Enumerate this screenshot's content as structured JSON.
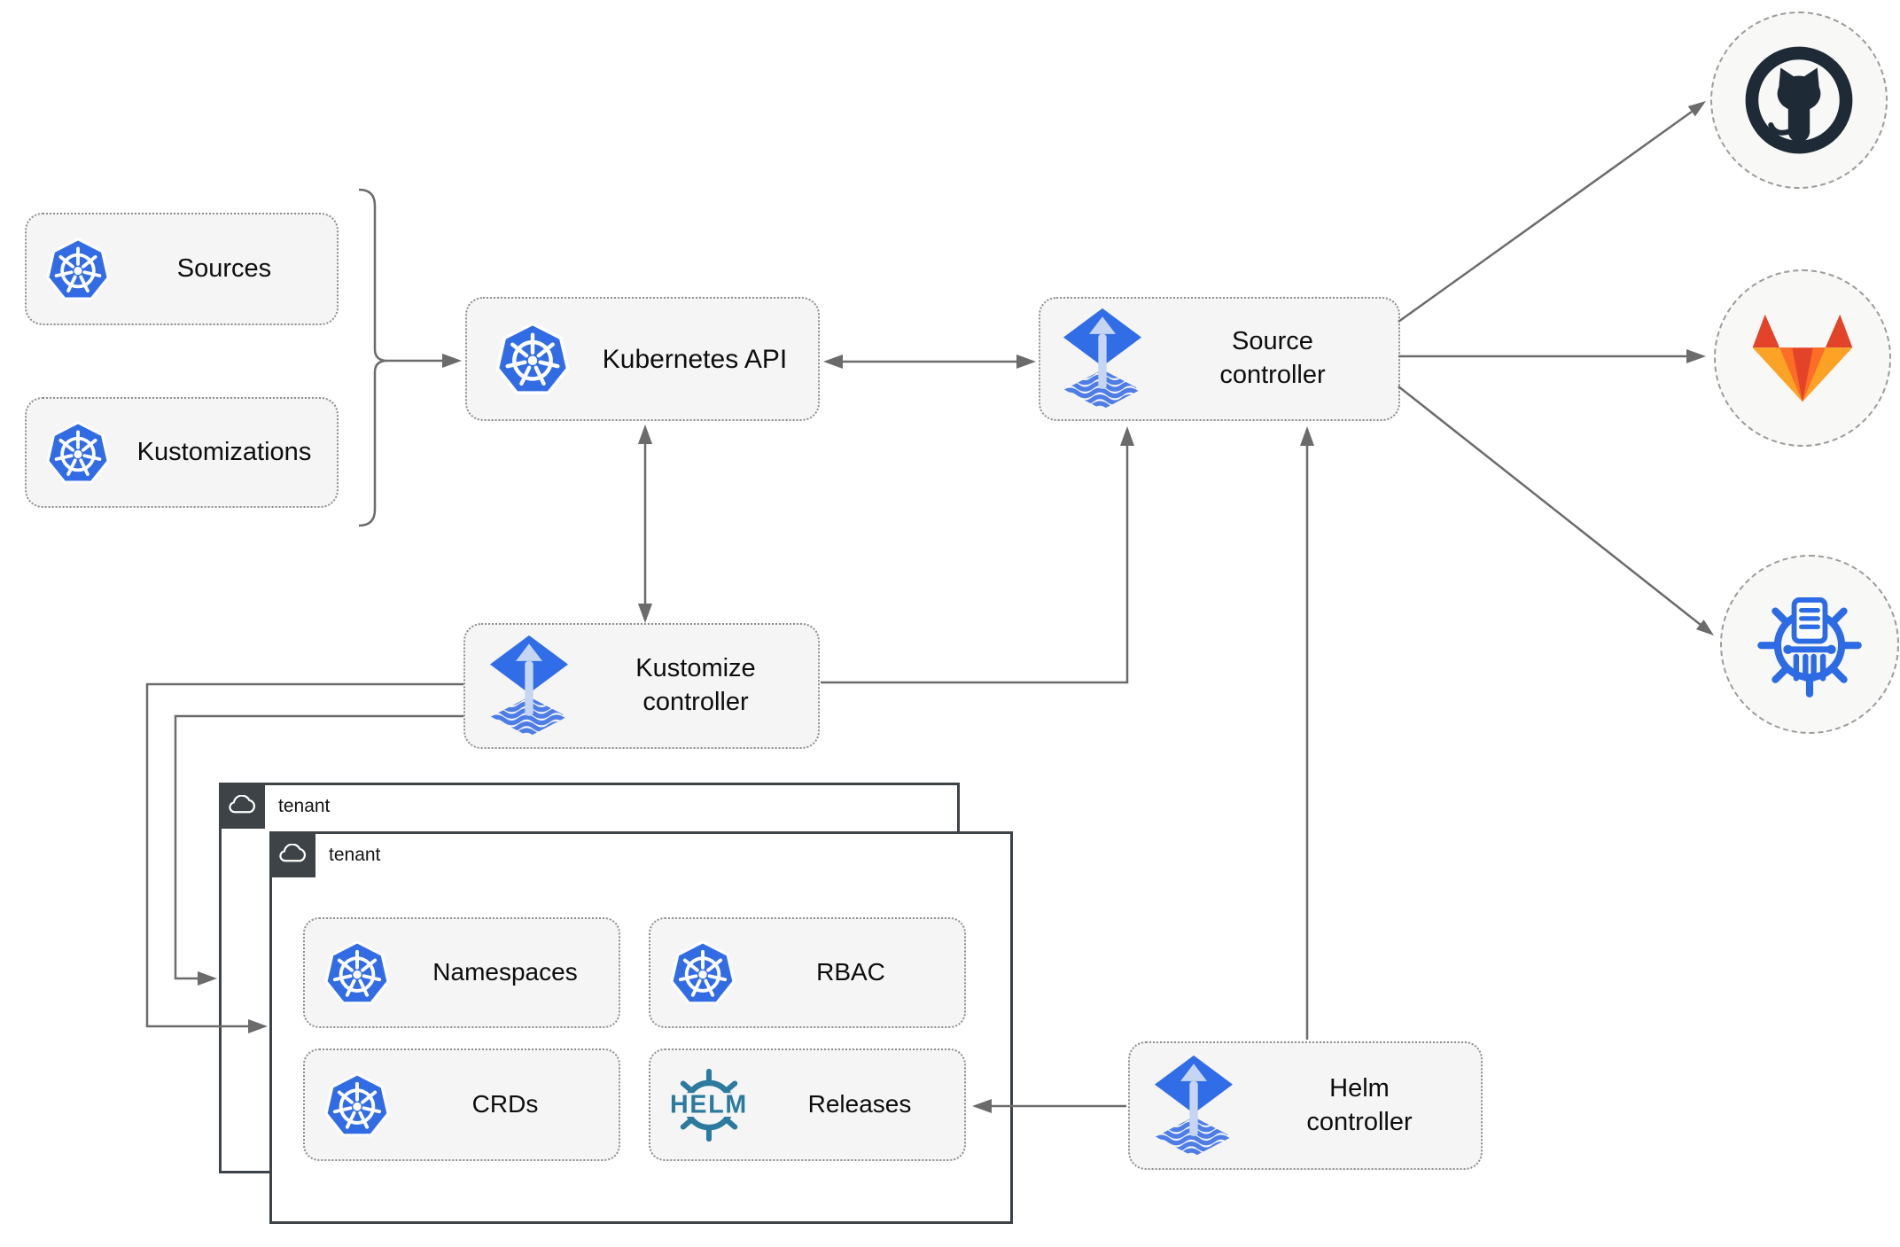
{
  "nodes": {
    "sources": {
      "label": "Sources",
      "icon": "kubernetes"
    },
    "kustomizations": {
      "label": "Kustomizations",
      "icon": "kubernetes"
    },
    "kubernetes_api": {
      "label": "Kubernetes API",
      "icon": "kubernetes"
    },
    "source_controller": {
      "label": "Source controller",
      "icon": "flux"
    },
    "kustomize_controller": {
      "label": "Kustomize controller",
      "icon": "flux"
    },
    "helm_controller": {
      "label": "Helm controller",
      "icon": "flux"
    },
    "namespaces": {
      "label": "Namespaces",
      "icon": "kubernetes"
    },
    "rbac": {
      "label": "RBAC",
      "icon": "kubernetes"
    },
    "crds": {
      "label": "CRDs",
      "icon": "kubernetes"
    },
    "releases": {
      "label": "Releases",
      "icon": "helm",
      "icon_text": "HELM"
    }
  },
  "tenants": [
    {
      "label": "tenant"
    },
    {
      "label": "tenant"
    }
  ],
  "endpoints": [
    {
      "name": "github"
    },
    {
      "name": "gitlab"
    },
    {
      "name": "chartmuseum"
    }
  ],
  "edges": [
    {
      "from": "sources/kustomizations",
      "to": "kubernetes_api",
      "style": "arrow"
    },
    {
      "from": "kubernetes_api",
      "to": "source_controller",
      "style": "double-arrow"
    },
    {
      "from": "kubernetes_api",
      "to": "kustomize_controller",
      "style": "double-arrow"
    },
    {
      "from": "kustomize_controller",
      "to": "source_controller",
      "style": "arrow"
    },
    {
      "from": "kustomize_controller",
      "to": "tenant-front",
      "style": "arrow"
    },
    {
      "from": "kustomize_controller",
      "to": "tenant-back",
      "style": "arrow"
    },
    {
      "from": "helm_controller",
      "to": "source_controller",
      "style": "arrow"
    },
    {
      "from": "helm_controller",
      "to": "releases",
      "style": "arrow"
    },
    {
      "from": "source_controller",
      "to": "github",
      "style": "arrow"
    },
    {
      "from": "source_controller",
      "to": "gitlab",
      "style": "arrow"
    },
    {
      "from": "source_controller",
      "to": "chartmuseum",
      "style": "arrow"
    }
  ],
  "colors": {
    "kubernetes_blue": "#326CE5",
    "flux_blue": "#316DE6",
    "flux_arrow_light": "#C5D5F2",
    "helm_teal": "#2C7A9E",
    "chartmuseum_blue": "#2D6BE5",
    "github_dark": "#1E2B36",
    "gitlab_red": "#E24329",
    "gitlab_orange": "#FC6D26",
    "gitlab_yellow": "#FCA326",
    "connector_gray": "#6B6B6B",
    "node_fill": "#F5F5F5",
    "tenant_tab_dark": "#3E4347"
  }
}
